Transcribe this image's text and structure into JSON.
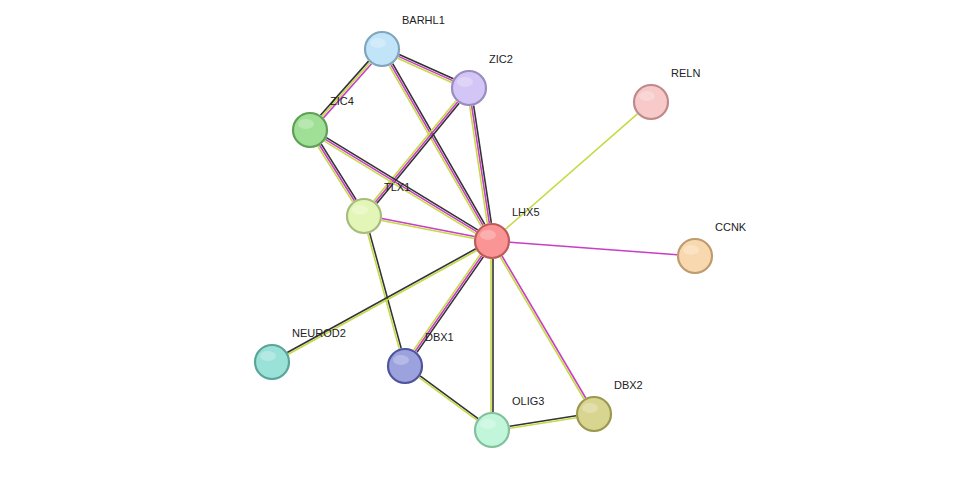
{
  "diagram": {
    "nodes": [
      {
        "text": [
          "BARHL1"
        ]
      },
      {
        "text": [
          "ZIC2"
        ]
      },
      {
        "text": [
          "RELN"
        ]
      },
      {
        "text": [
          "ZIC4"
        ]
      },
      {
        "text": [
          "TLX1"
        ]
      },
      {
        "text": [
          "LHX5"
        ]
      },
      {
        "text": [
          "CCNK"
        ]
      },
      {
        "text": [
          "NEUROD2"
        ]
      },
      {
        "text": [
          "DBX1"
        ]
      },
      {
        "text": [
          "OLIG3"
        ]
      },
      {
        "text": [
          "DBX2"
        ]
      }
    ],
    "edges": [
      {
        "from": 0,
        "to": 1,
        "arrow": "none"
      },
      {
        "from": 0,
        "to": 3,
        "arrow": "none"
      },
      {
        "from": 0,
        "to": 5,
        "arrow": "none"
      },
      {
        "from": 1,
        "to": 5,
        "arrow": "none"
      },
      {
        "from": 1,
        "to": 4,
        "arrow": "none"
      },
      {
        "from": 3,
        "to": 4,
        "arrow": "none"
      },
      {
        "from": 3,
        "to": 5,
        "arrow": "none"
      },
      {
        "from": 4,
        "to": 5,
        "arrow": "none"
      },
      {
        "from": 4,
        "to": 8,
        "arrow": "none"
      },
      {
        "from": 2,
        "to": 5,
        "arrow": "none"
      },
      {
        "from": 5,
        "to": 6,
        "arrow": "none"
      },
      {
        "from": 5,
        "to": 7,
        "arrow": "none"
      },
      {
        "from": 5,
        "to": 8,
        "arrow": "none"
      },
      {
        "from": 5,
        "to": 9,
        "arrow": "none"
      },
      {
        "from": 5,
        "to": 10,
        "arrow": "none"
      },
      {
        "from": 8,
        "to": 9,
        "arrow": "none"
      },
      {
        "from": 9,
        "to": 10,
        "arrow": "none"
      }
    ]
  }
}
